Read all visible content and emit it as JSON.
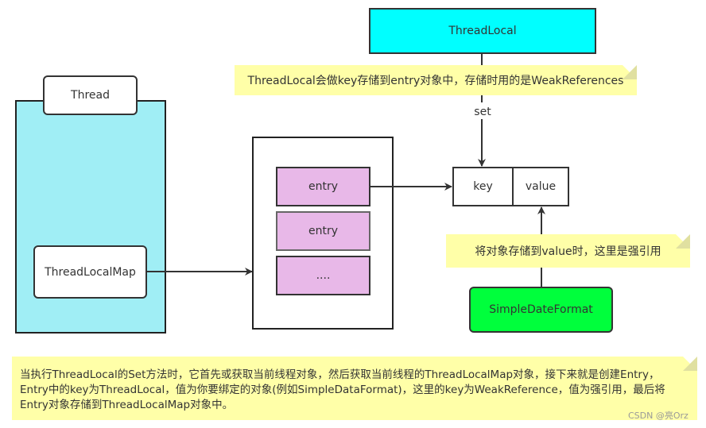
{
  "thread": {
    "label": "Thread"
  },
  "threadlocalmap": {
    "label": "ThreadLocalMap"
  },
  "threadlocal": {
    "label": "ThreadLocal"
  },
  "note_top": {
    "text": "ThreadLocal会做key存储到entry对象中，存储时用的是WeakReferences"
  },
  "set_label": "set",
  "entries": [
    "entry",
    "entry",
    "...."
  ],
  "kv": {
    "key": "key",
    "value": "value"
  },
  "note_value": {
    "text": "将对象存储到value时，这里是强引用"
  },
  "sdf": {
    "label": "SimpleDateFormat"
  },
  "note_bottom": {
    "lines": [
      "当执行ThreadLocal的Set方法时，它首先或获取当前线程对象，然后获取当前线程的ThreadLocalMap对象，接下来就是创建Entry，",
      "Entry中的key为ThreadLocal，值为你要绑定的对象(例如SimpleDataFormat)，这里的key为WeakReference，值为强引用，最后将",
      "Entry对象存储到ThreadLocalMap对象中。"
    ]
  },
  "watermark": "CSDN @亮Orz",
  "colors": {
    "thread_fill": "#a0eef5",
    "threadlocal_fill": "#00ffff",
    "entry_fill": "#e8b8e8",
    "sdf_fill": "#00ff3c",
    "note_fill": "#ffffa8"
  }
}
